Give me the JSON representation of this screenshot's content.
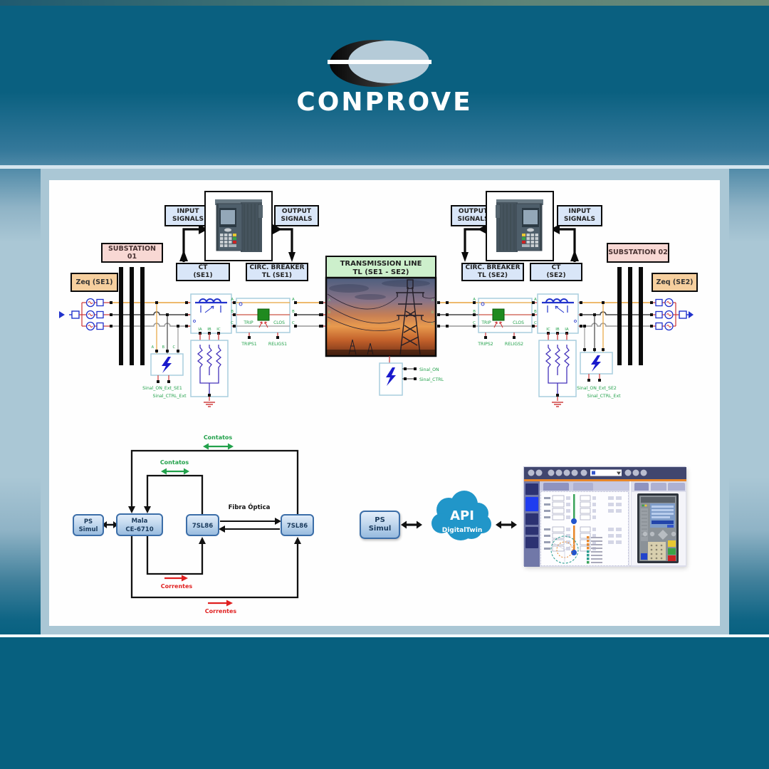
{
  "logo": {
    "text": "CONPROVE"
  },
  "top_diagram": {
    "substation1": "SUBSTATION 01",
    "substation2": "SUBSTATION 02",
    "zeq_se1": "Zeq (SE1)",
    "zeq_se2": "Zeq (SE2)",
    "input_l1": "INPUT",
    "input_l2": "SIGNALS",
    "output_l1": "OUTPUT",
    "output_l2": "SIGNALS",
    "ct1_l1": "CT",
    "ct1_l2": "(SE1)",
    "ct2_l1": "CT",
    "ct2_l2": "(SE2)",
    "brk1_l1": "CIRC. BREAKER",
    "brk1_l2": "TL (SE1)",
    "brk2_l1": "CIRC. BREAKER",
    "brk2_l2": "TL (SE2)",
    "tl_l1": "TRANSMISSION LINE",
    "tl_l2": "TL (SE1 - SE2)",
    "trip": "TRIP",
    "clos": "CLOS",
    "trips1": "TRIPS1",
    "religs1": "RELIGS1",
    "trips2": "TRIPS2",
    "religs2": "RELIGS2",
    "ia": "IA",
    "ib": "IB",
    "ic": "IC",
    "port_a": "A",
    "port_b": "B",
    "port_c": "C",
    "sinal_on_ext_se1": "Sinal_ON_Ext_SE1",
    "sinal_on_ext_se2": "Sinal_ON_Ext_SE2",
    "sinal_ctrl_ext": "Sinal_CTRL_Ext",
    "sinal_on": "Sinal_ON",
    "sinal_ctrl": "Sinal_CTRL"
  },
  "bottom_left": {
    "ps_l1": "PS",
    "ps_l2": "Simul",
    "mala_l1": "Mala",
    "mala_l2": "CE-6710",
    "relay_mid": "7SL86",
    "relay_right": "7SL86",
    "contatos": "Contatos",
    "correntes": "Correntes",
    "fibra": "Fibra Óptica"
  },
  "bottom_right": {
    "ps_l1": "PS",
    "ps_l2": "Simul",
    "api": "API",
    "digitaltwin": "DigitalTwin"
  },
  "colors": {
    "teal_bg": "#0a6080",
    "pale_frame": "#aac7d5",
    "wire_a": "#e8a33d",
    "wire_b": "#444444",
    "wire_c": "#999999",
    "stub_red": "#cc3333",
    "symbol_blue": "#2233cc",
    "label_green": "#22a14b",
    "breaker_green": "#1f8a1f",
    "signals_blue_bg": "#d9e6f8",
    "substation_pink_bg": "#f8d8d4",
    "zeq_tan_bg": "#f6cf9e",
    "tl_green_bg": "#cdf0cc",
    "block_box_blue": "#3c6ea8",
    "cloud_blue": "#2196c9",
    "toolbar_navy": "#40466e",
    "toolbar_orange": "#e8872a",
    "arrow_green": "#22a14b",
    "arrow_red": "#e02020"
  }
}
